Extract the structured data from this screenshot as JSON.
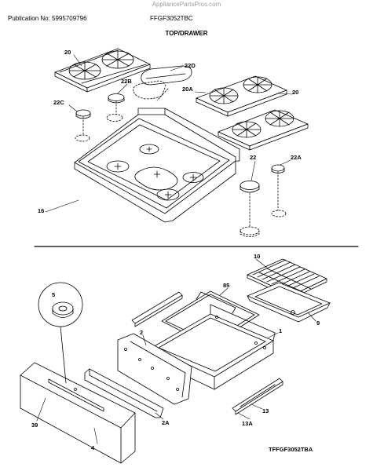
{
  "header": {
    "watermark": "AppliancePartsPros.com",
    "publication": "Publication No: 5995709796",
    "model": "FFGF3052TBC"
  },
  "section_title": "TOP/DRAWER",
  "callouts": {
    "c20_left": "20",
    "c22d": "22D",
    "c22b": "22B",
    "c22c": "22C",
    "c20a": "20A",
    "c20_right": "20",
    "c22": "22",
    "c22a": "22A",
    "c16": "16",
    "c10": "10",
    "c85": "85",
    "c9": "9",
    "c5": "5",
    "c2": "2",
    "c1": "1",
    "c39": "39",
    "c2a": "2A",
    "c13a": "13A",
    "c13": "13",
    "c4": "4"
  },
  "footer_code": "TFFGF3052TBA"
}
